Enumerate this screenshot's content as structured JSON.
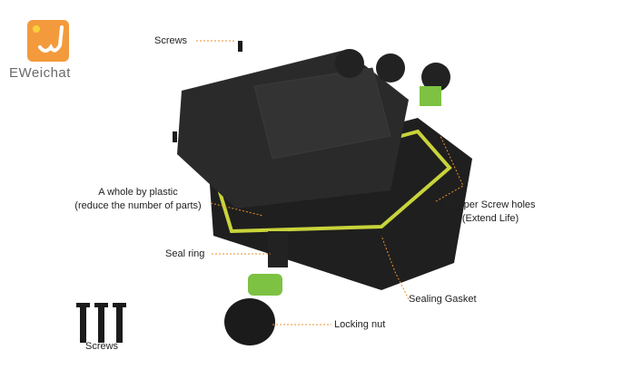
{
  "logo": {
    "text": "EWeichat",
    "color": "#f39a3c"
  },
  "labels": {
    "screws_top": "Screws",
    "plastic_line1": "A whole by plastic",
    "plastic_line2": "(reduce the number of parts)",
    "seal_ring": "Seal ring",
    "copper_line1": "Copper Screw holes",
    "copper_line2": "(Extend Life)",
    "sealing_gasket": "Sealing Gasket",
    "locking_nut": "Locking nut",
    "screws_bottom": "Screws"
  },
  "colors": {
    "leader": "#e8902a",
    "body": "#1e1e1e",
    "gasket": "#c8d43a",
    "seal": "#7dc242"
  }
}
